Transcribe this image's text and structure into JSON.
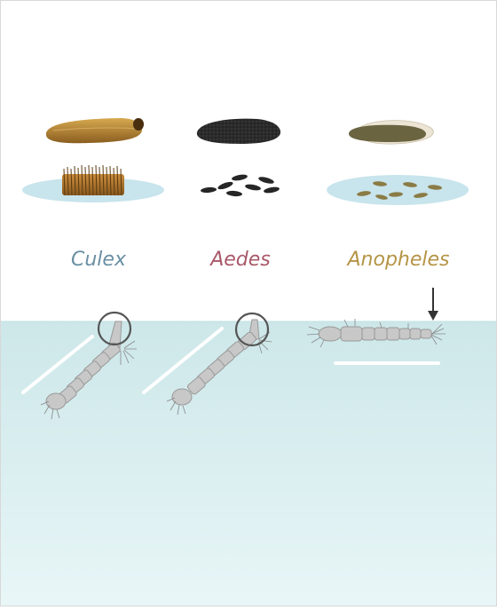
{
  "genera": [
    {
      "name": "Culex",
      "color": "#6a8fa3"
    },
    {
      "name": "Aedes",
      "color": "#a85868"
    },
    {
      "name": "Anopheles",
      "color": "#b59446"
    }
  ],
  "colors": {
    "water_top": "#cfe8ea",
    "water_bottom": "#e6f5f6",
    "egg_brown": "#b98a3a",
    "egg_black": "#2b2b2b",
    "egg_olive": "#6e6540",
    "larva": "#b8b8b8"
  }
}
